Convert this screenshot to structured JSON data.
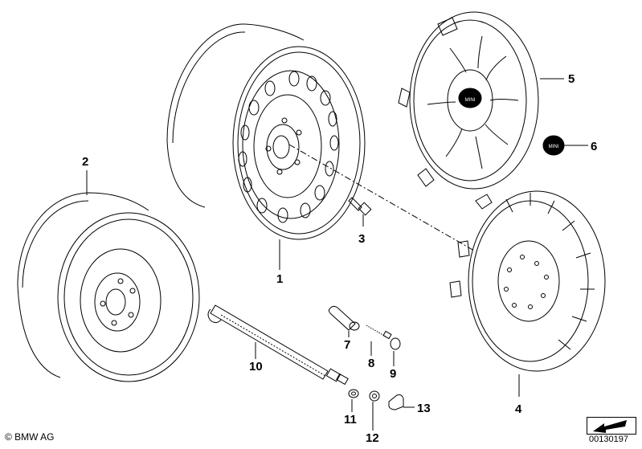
{
  "labels": {
    "p1": "1",
    "p2": "2",
    "p3": "3",
    "p4": "4",
    "p5": "5",
    "p6": "6",
    "p7": "7",
    "p8": "8",
    "p9": "9",
    "p10": "10",
    "p11": "11",
    "p12": "12",
    "p13": "13"
  },
  "badge_text": "MINI",
  "copyright": "© BMW AG",
  "ref_number": "00130197"
}
